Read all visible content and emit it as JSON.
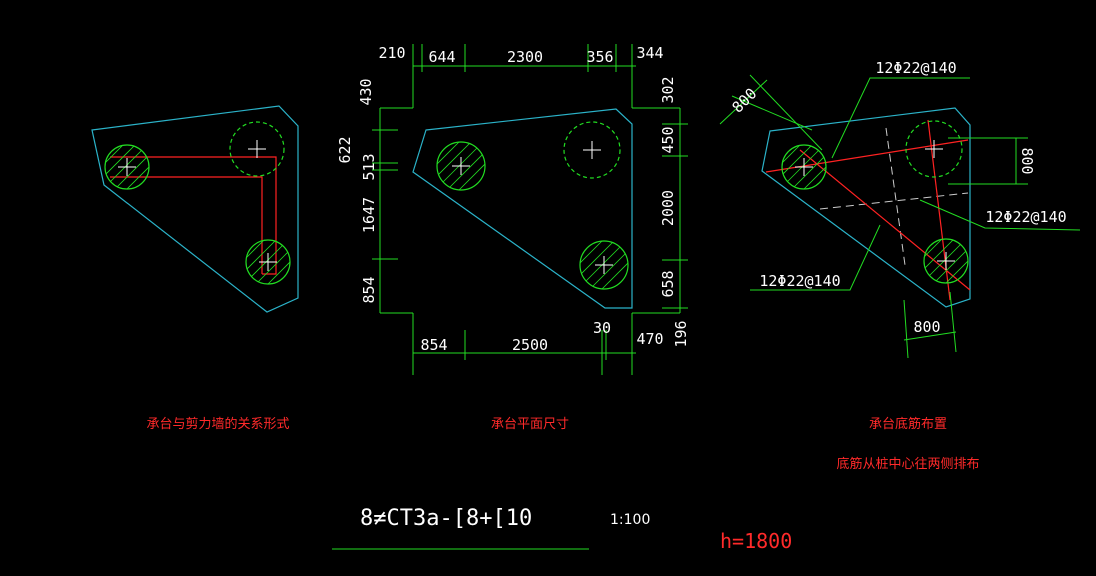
{
  "colors": {
    "background": "#000000",
    "outline": "#2bb3c9",
    "dimension": "#22dd22",
    "rebar": "#ff2222",
    "text": "#ffffff",
    "caption": "#ff2a2a"
  },
  "view1": {
    "caption": "承台与剪力墙的关系形式"
  },
  "view2": {
    "caption": "承台平面尺寸",
    "top_dims": [
      "210",
      "644",
      "2300",
      "356",
      "344"
    ],
    "bottom_dims": [
      "854",
      "2500",
      "30",
      "470"
    ],
    "left_dims": [
      "430",
      "622",
      "513",
      "1647",
      "854"
    ],
    "right_dims": [
      "302",
      "450",
      "2000",
      "658",
      "196"
    ]
  },
  "view3": {
    "caption": "承台底筋布置",
    "note": "底筋从桩中心往两侧排布",
    "rebar_labels": [
      "12Φ22@140",
      "12Φ22@140",
      "12Φ22@140"
    ],
    "pile_dims": [
      "800",
      "800",
      "800"
    ]
  },
  "title_block": {
    "mark": "8≠CT3a-[8+[10",
    "scale": "1:100",
    "height": "h=1800"
  }
}
